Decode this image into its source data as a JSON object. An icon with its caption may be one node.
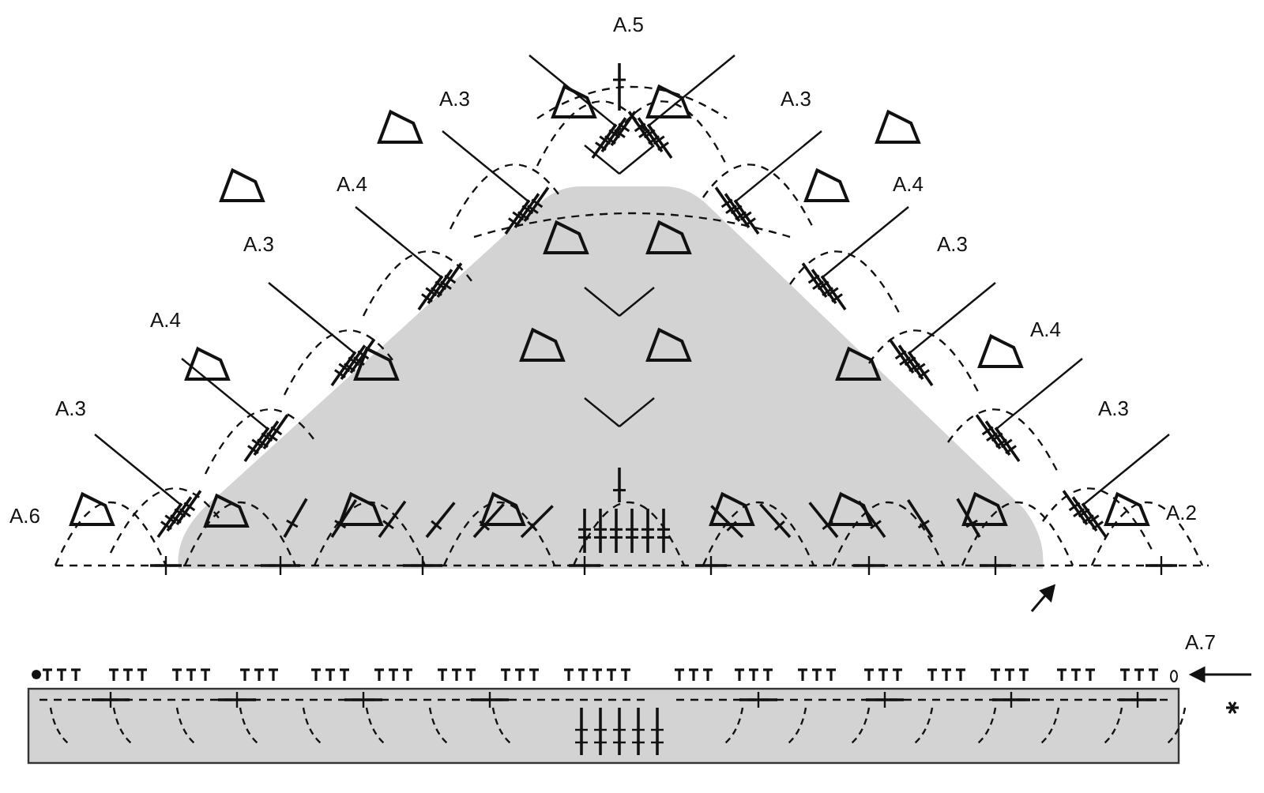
{
  "diagram": {
    "labels": [
      "A.5",
      "A.3",
      "A.3",
      "A.4",
      "A.4",
      "A.3",
      "A.3",
      "A.4",
      "A.4",
      "A.3",
      "A.3",
      "A.6",
      "A.2",
      "A.7"
    ]
  }
}
